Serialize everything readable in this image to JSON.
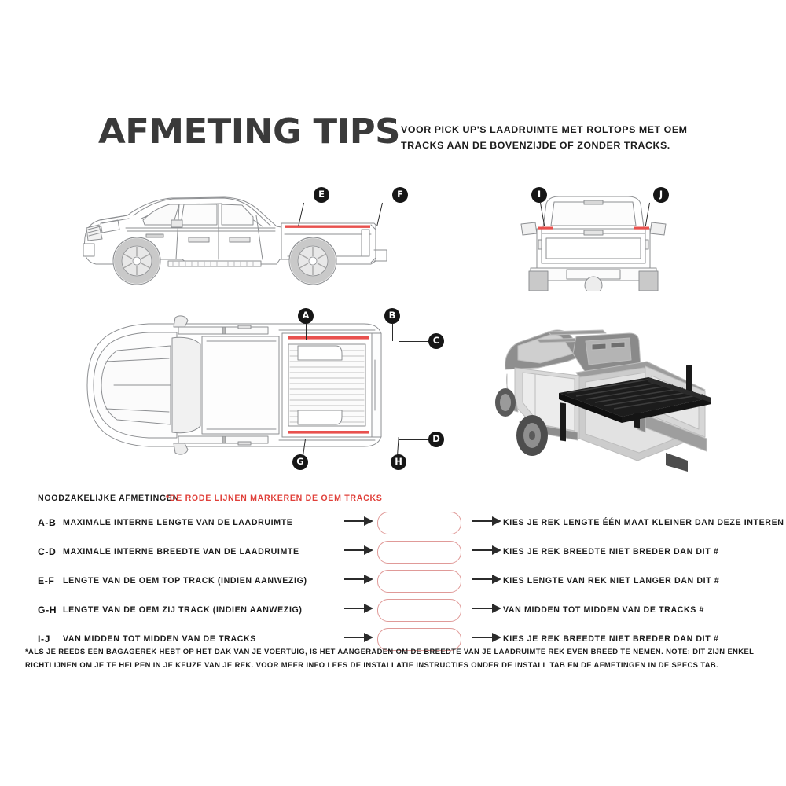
{
  "header": {
    "title": "AFMETING TIPS",
    "subtitle": "VOOR PICK UP'S LAADRUIMTE MET ROLTOPS MET OEM TRACKS AAN DE BOVENZIJDE OF ZONDER TRACKS."
  },
  "colors": {
    "track_red": "#e8514e",
    "note_red": "#e0403a",
    "pill_border": "#e09a98",
    "ink": "#231f20",
    "marker_bg": "#161616"
  },
  "diagrams": {
    "side_view": {
      "name": "pickup-side-view",
      "markers": [
        "E",
        "F"
      ]
    },
    "rear_view": {
      "name": "pickup-rear-view",
      "markers": [
        "I",
        "J"
      ]
    },
    "top_view": {
      "name": "pickup-top-view",
      "markers": [
        "A",
        "B",
        "C",
        "D",
        "G",
        "H"
      ]
    },
    "rack_render": {
      "name": "pickup-with-bed-rack-render",
      "markers": []
    }
  },
  "table": {
    "heading": "NOODZAKELIJKE AFMETINGEN",
    "note": "*DE RODE LIJNEN MARKEREN DE OEM TRACKS",
    "rows": [
      {
        "pair": "A-B",
        "desc": "MAXIMALE INTERNE LENGTE VAN DE LAADRUIMTE",
        "value": "",
        "result": "KIES JE REK LENGTE ÉÉN MAAT KLEINER DAN DEZE INTEREN AFMETING #"
      },
      {
        "pair": "C-D",
        "desc": "MAXIMALE INTERNE BREEDTE VAN DE LAADRUIMTE",
        "value": "",
        "result": "KIES JE REK BREEDTE NIET BREDER DAN DIT #"
      },
      {
        "pair": "E-F",
        "desc": "LENGTE VAN DE OEM TOP TRACK (INDIEN AANWEZIG)",
        "value": "",
        "result": "KIES LENGTE VAN REK NIET LANGER DAN DIT #"
      },
      {
        "pair": "G-H",
        "desc": "LENGTE VAN DE OEM ZIJ TRACK (INDIEN AANWEZIG)",
        "value": "",
        "result": "VAN MIDDEN TOT MIDDEN VAN DE TRACKS #"
      },
      {
        "pair": "I-J",
        "desc": "VAN MIDDEN TOT MIDDEN VAN DE TRACKS",
        "value": "",
        "result": "KIES JE REK BREEDTE NIET BREDER DAN DIT #"
      }
    ]
  },
  "footnote": "*ALS JE REEDS EEN BAGAGEREK HEBT OP HET DAK VAN JE VOERTUIG, IS HET AANGERADEN OM DE BREEDTE VAN JE LAADRUIMTE REK EVEN BREED TE NEMEN. NOTE: DIT ZIJN ENKEL RICHTLIJNEN OM JE TE HELPEN IN JE KEUZE VAN JE REK. VOOR MEER INFO LEES DE INSTALLATIE INSTRUCTIES ONDER DE INSTALL TAB EN DE AFMETINGEN IN DE SPECS TAB."
}
